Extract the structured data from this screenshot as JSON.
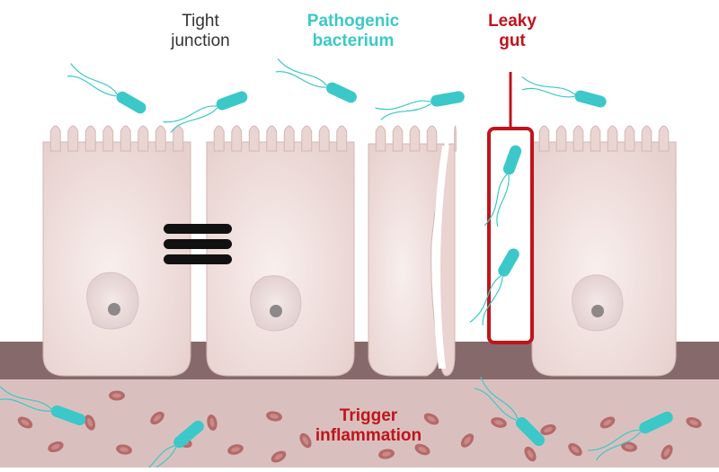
{
  "labels": {
    "tight_junction": [
      "Tight",
      "junction"
    ],
    "pathogenic_bacterium": [
      "Pathogenic",
      "bacterium"
    ],
    "leaky_gut": [
      "Leaky",
      "gut"
    ],
    "trigger_inflammation": [
      "Trigger",
      "inflammation"
    ]
  },
  "colors": {
    "cell_fill": "#ead5d2",
    "cell_edge": "#c9aaa6",
    "nucleus": "#e3cfcf",
    "nucleolus": "#8e8888",
    "membrane": "#876b69",
    "tissue": "#d7bebc",
    "bacterium": "#3cc8c8",
    "red_cell": "#b56a6a",
    "leaky_highlight": "#c0141c",
    "junction": "#111111"
  }
}
